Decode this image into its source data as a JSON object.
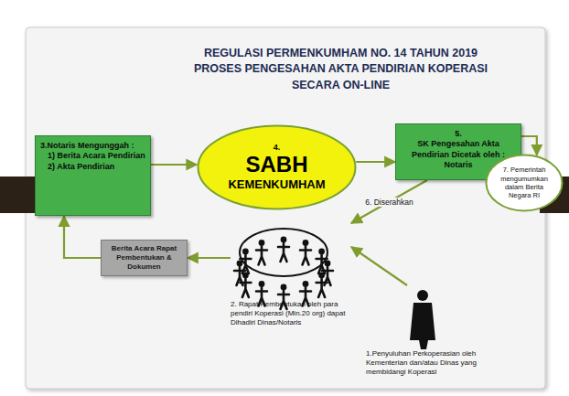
{
  "diagram": {
    "title": "REGULASI PERMENKUMHAM NO. 14 TAHUN 2019 PROSES PENGESAHAN AKTA PENDIRIAN KOPERASI SECARA ON-LINE",
    "nodes": [
      {
        "text": [
          "3.Notaris Mengunggah :",
          "1) Berita Acara Pendirian",
          "2) Akta Pendirian"
        ]
      },
      {
        "text": [
          "4.",
          "SABH",
          "KEMENKUMHAM"
        ]
      },
      {
        "text": [
          "5.",
          "SK Pengesahan Akta Pendirian Dicetak oleh :",
          "Notaris"
        ]
      },
      {
        "text": [
          "7. Pemerintah mengumumkan dalam Berita Negara RI"
        ]
      },
      {
        "text": [
          "Berita Acara Rapat Pembentukan & Dokumen"
        ]
      },
      {
        "text": [
          "2. Rapat Pembentukan oleh para pendiri Koperasi (Min.20 org) dapat Dihadiri Dinas/Notaris"
        ]
      },
      {
        "text": [
          "1.Penyuluhan Perkoperasian oleh Kementerian dan/atau Dinas yang membidangi Koperasi"
        ]
      }
    ],
    "edges": [
      {
        "from": 6,
        "to": 5,
        "arrow": "to"
      },
      {
        "from": 5,
        "to": 4,
        "arrow": "to"
      },
      {
        "from": 4,
        "to": 0,
        "arrow": "to"
      },
      {
        "from": 0,
        "to": 1,
        "arrow": "to"
      },
      {
        "from": 1,
        "to": 2,
        "arrow": "to"
      },
      {
        "from": 2,
        "to": 3,
        "arrow": "to"
      },
      {
        "from": 2,
        "to": 5,
        "label": "6. Diserahkan",
        "arrow": "to"
      }
    ]
  }
}
